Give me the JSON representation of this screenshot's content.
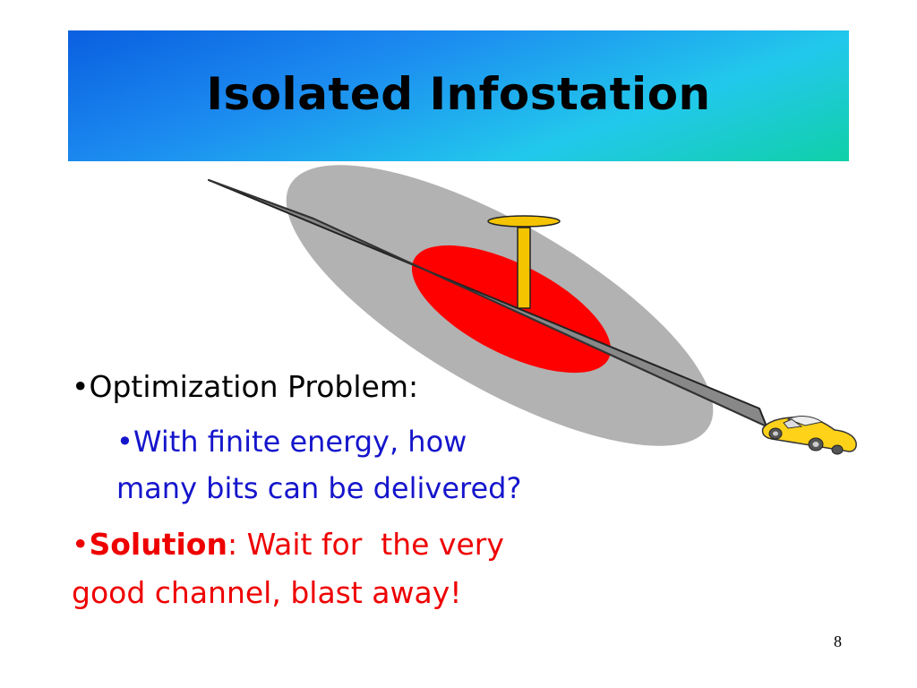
{
  "slide": {
    "title": "Isolated Infostation",
    "page_number": "8"
  },
  "bullets": {
    "b1_bullet": "•",
    "b1_text": "Optimization Problem:",
    "b2_bullet": "•",
    "b2_text_line1": "With finite energy, how",
    "b2_text_line2": "many bits can be delivered?",
    "b3_bullet": "•",
    "b3_label": "Solution",
    "b3_colon": ":",
    "b3_text_line1": " Wait for  the very",
    "b3_text_line2": "good channel, blast away!"
  },
  "colors": {
    "banner_start": "#0a5fe0",
    "banner_end": "#10d0a8",
    "outer_coverage": "#b2b2b2",
    "inner_coverage": "#ff0000",
    "tower": "#f5c400",
    "road": "#888888",
    "car": "#ffd21a",
    "sub_bullet_text": "#1515cc",
    "solution_text": "#ee0000"
  },
  "icons": {
    "tower": "infostation-tower-icon",
    "car": "car-icon"
  }
}
